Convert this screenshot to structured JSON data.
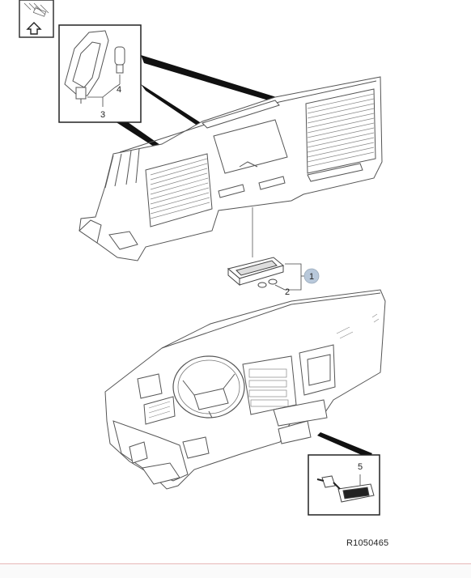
{
  "diagram": {
    "reference_code": "R1050465",
    "callouts": [
      {
        "id": "1",
        "label": "1"
      },
      {
        "id": "2",
        "label": "2"
      },
      {
        "id": "3",
        "label": "3"
      },
      {
        "id": "4",
        "label": "4"
      },
      {
        "id": "5",
        "label": "5"
      }
    ]
  },
  "colors": {
    "line": "#555555",
    "callout_highlight": "#b8c8da",
    "bottom_rule": "#e7b7b7"
  }
}
